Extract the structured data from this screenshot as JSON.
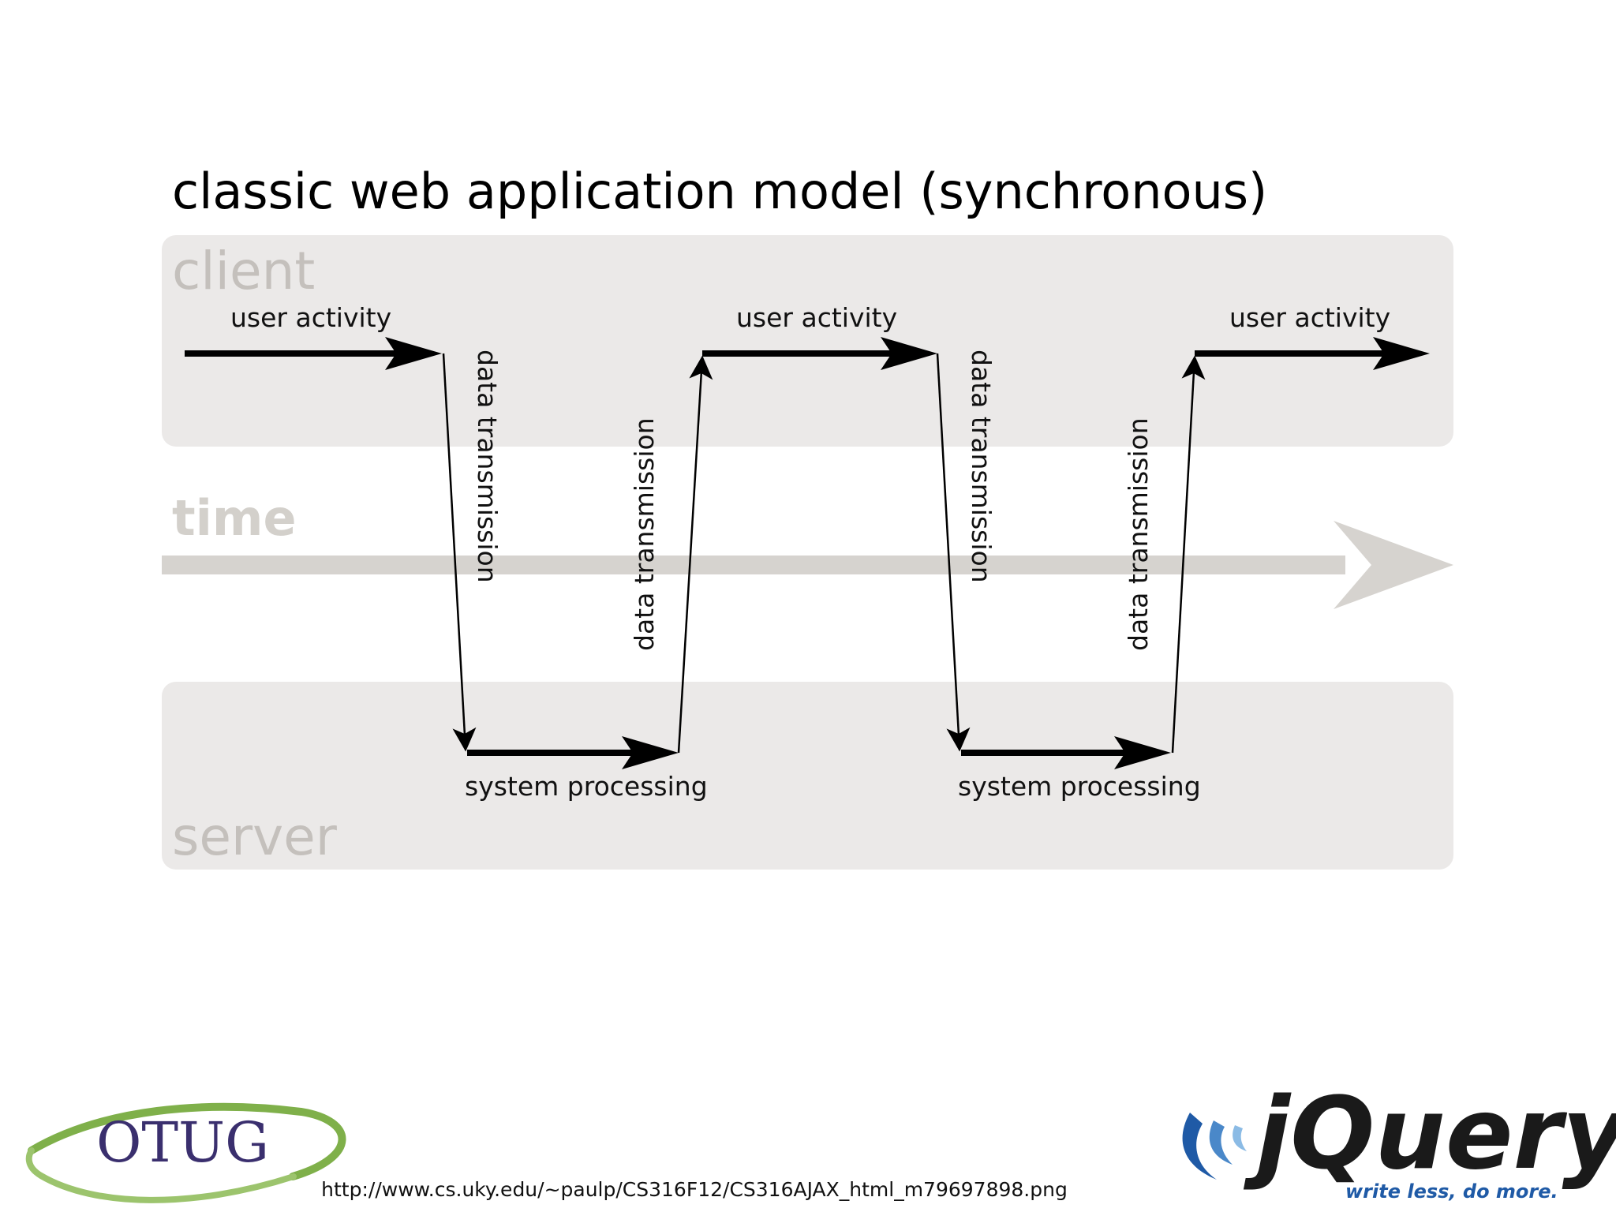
{
  "diagram": {
    "title": "classic web application model (synchronous)",
    "lanes": {
      "client": "client",
      "time": "time",
      "server": "server"
    },
    "labels": {
      "user_activity": [
        "user activity",
        "user activity",
        "user activity"
      ],
      "data_transmission": [
        "data transmission",
        "data transmission",
        "data transmission",
        "data transmission"
      ],
      "system_processing": [
        "system processing",
        "system processing"
      ]
    }
  },
  "footer": {
    "source_url": "http://www.cs.uky.edu/~paulp/CS316F12/CS316AJAX_html_m79697898.png"
  },
  "logos": {
    "otug": "OTUG",
    "jquery": "jQuery",
    "jquery_tagline": "write less, do more."
  },
  "colors": {
    "lane_fill": "#ebe9e8",
    "time_bar": "#d6d3cf",
    "arrow": "#000000",
    "otug_text": "#3a2f6e",
    "otug_swoosh": "#7fb04a",
    "jquery_blue": "#1f5aa6"
  },
  "icons": {
    "otug_logo": "otug-logo",
    "jquery_logo": "jquery-logo"
  }
}
